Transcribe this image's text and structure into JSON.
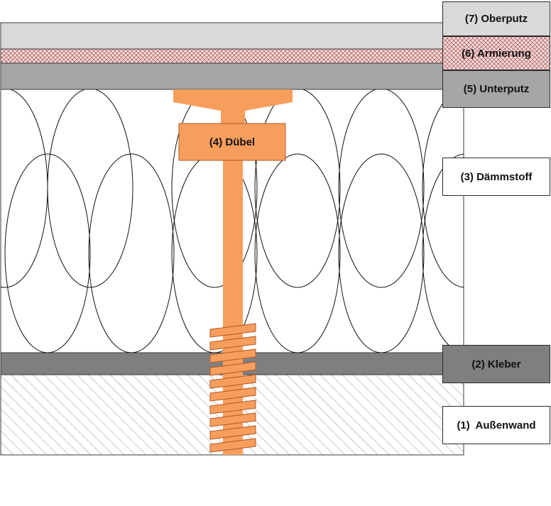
{
  "layers": {
    "oberputz": {
      "label": "(7) Oberputz",
      "color": "#d9d9d9"
    },
    "armierung": {
      "label": "(6) Armierung",
      "color": "#f2dcdb",
      "hatch_color": "#b35c5c"
    },
    "unterputz": {
      "label": "(5) Unterputz",
      "color": "#a6a6a6"
    },
    "duebel": {
      "label": "(4) Dübel",
      "color": "#f79e5c"
    },
    "daemmstoff": {
      "label": "(3) Dämmstoff",
      "color": "#ffffff"
    },
    "kleber": {
      "label": "(2) Kleber",
      "color": "#7f7f7f"
    },
    "aussenwand": {
      "label": "(1)  Außenwand",
      "color": "#ffffff",
      "hatch_color": "#9a9a9a"
    }
  }
}
